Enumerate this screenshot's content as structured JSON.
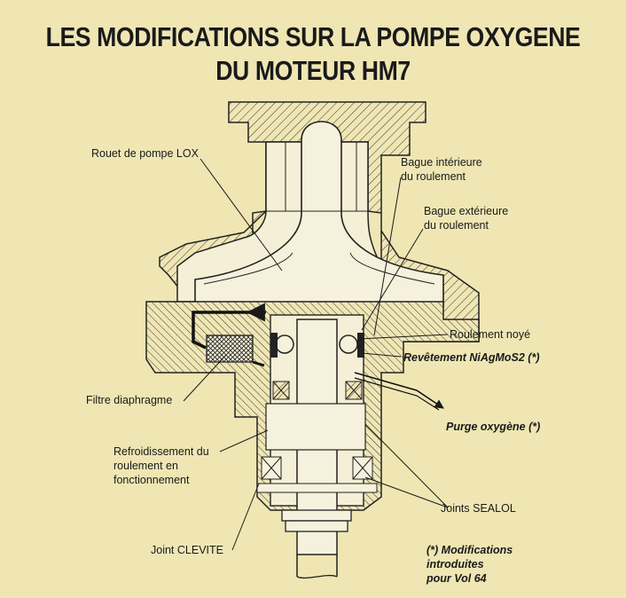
{
  "title": {
    "line1": "LES MODIFICATIONS SUR LA POMPE OXYGENE",
    "line2": "DU MOTEUR HM7"
  },
  "labels": {
    "rouet": "Rouet de pompe LOX",
    "bague_int_1": "Bague intérieure",
    "bague_int_2": "du roulement",
    "bague_ext_1": "Bague extérieure",
    "bague_ext_2": "du roulement",
    "roulement_noye": "Roulement noyé",
    "revetement": "Revêtement NiAgMoS2 (*)",
    "filtre": "Filtre diaphragme",
    "purge": "Purge oxygène (*)",
    "refroid_1": "Refroidissement du",
    "refroid_2": "roulement en",
    "refroid_3": "fonctionnement",
    "joints_sealol": "Joints SEALOL",
    "joint_clevite": "Joint CLEVITE",
    "note_1": "(*) Modifications",
    "note_2": "introduites",
    "note_3": "pour Vol 64"
  },
  "colors": {
    "background": "#efe6b4",
    "ink": "#1a1a1a",
    "hatch": "#333333",
    "part_fill": "#f4efd6"
  }
}
